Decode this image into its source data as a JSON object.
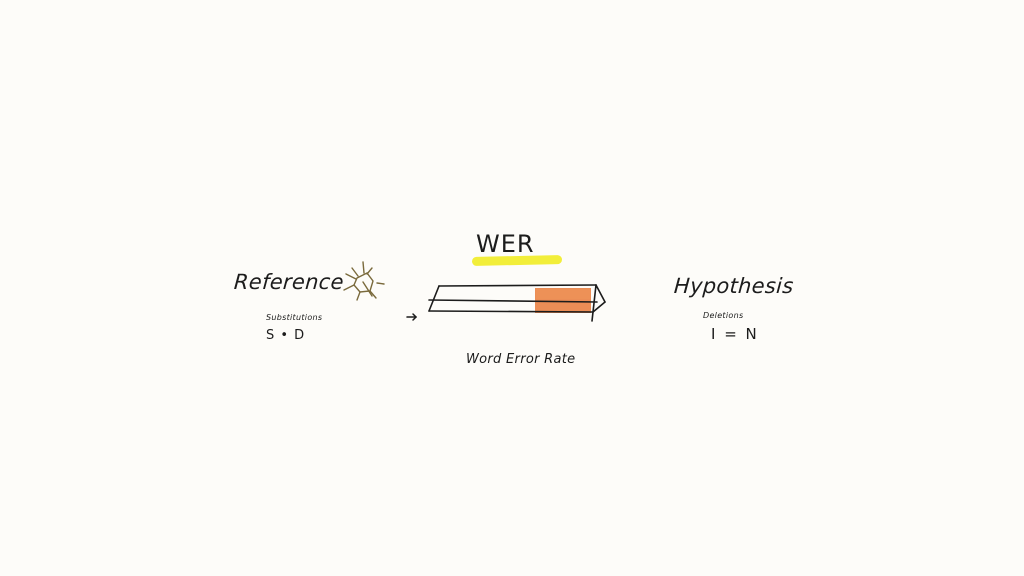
{
  "diagram": {
    "title": "WER",
    "title_highlight_color": "#f2ee3a",
    "caption": "Word Error Rate",
    "left": {
      "label": "Reference",
      "sub_label": "Substitutions",
      "formula": "S • D",
      "icon": "sun-sketch-icon"
    },
    "right": {
      "label": "Hypothesis",
      "sub_label": "Deletions",
      "formula": "I = N"
    },
    "bar": {
      "fill_color": "#e8793a",
      "fill_fraction": 0.38,
      "arrow": "→"
    }
  }
}
